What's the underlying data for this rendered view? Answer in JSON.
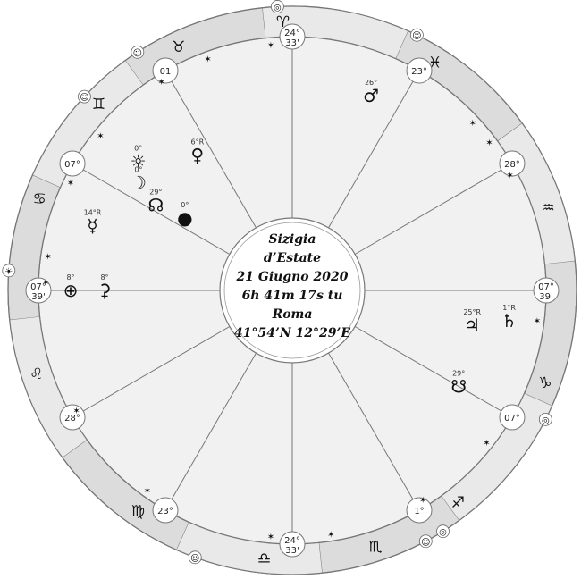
{
  "center": {
    "lines": [
      "Sizigia",
      "d’Estate",
      "21 Giugno 2020",
      "6h 41m 17s tu",
      "Roma",
      "41°54’N 12°29’E"
    ]
  },
  "houses": [
    {
      "ang": 180,
      "label": "07° 39'"
    },
    {
      "ang": 150,
      "label": "07°"
    },
    {
      "ang": 120,
      "label": "01"
    },
    {
      "ang": 90,
      "label": "24° 33'"
    },
    {
      "ang": 60,
      "label": "23°"
    },
    {
      "ang": 30,
      "label": "28°"
    },
    {
      "ang": 0,
      "label": "07° 39'"
    },
    {
      "ang": -30,
      "label": "07°"
    },
    {
      "ang": -60,
      "label": "1°"
    },
    {
      "ang": -90,
      "label": "24° 33'"
    },
    {
      "ang": -120,
      "label": "23°"
    },
    {
      "ang": -150,
      "label": "28°"
    }
  ],
  "signs": [
    {
      "glyph": "♈",
      "ang": 92
    },
    {
      "glyph": "♉",
      "ang": 115
    },
    {
      "glyph": "♊",
      "ang": 136
    },
    {
      "glyph": "♋",
      "ang": 160
    },
    {
      "glyph": "♌",
      "ang": 198
    },
    {
      "glyph": "♍",
      "ang": 235
    },
    {
      "glyph": "♎",
      "ang": 264
    },
    {
      "glyph": "♏",
      "ang": 288
    },
    {
      "glyph": "♐",
      "ang": 308
    },
    {
      "glyph": "♑",
      "ang": 340
    },
    {
      "glyph": "♒",
      "ang": 18
    },
    {
      "glyph": "♓",
      "ang": 58
    }
  ],
  "planets": [
    {
      "name": "venus",
      "glyph": "♀",
      "deg": "6°R",
      "ang": 125,
      "r": 185
    },
    {
      "name": "sun",
      "glyph": "☼",
      "deg": "0°",
      "ang": 140,
      "r": 225
    },
    {
      "name": "moon",
      "glyph": "☽",
      "deg": "0°",
      "ang": 145,
      "r": 210
    },
    {
      "name": "north-node",
      "glyph": "☊",
      "deg": "29°",
      "ang": 148,
      "r": 180
    },
    {
      "name": "black-moon",
      "glyph": "●",
      "deg": "0°",
      "ang": 146,
      "r": 145
    },
    {
      "name": "mercury",
      "glyph": "☿",
      "deg": "14°R",
      "ang": 162,
      "r": 235
    },
    {
      "name": "earth",
      "glyph": "⊕",
      "deg": "8°",
      "ang": 180,
      "r": 248
    },
    {
      "name": "ceres",
      "glyph": "⚳",
      "deg": "8°",
      "ang": 180,
      "r": 210
    },
    {
      "name": "mars",
      "glyph": "♂",
      "deg": "26°",
      "ang": 68,
      "r": 235
    },
    {
      "name": "saturn",
      "glyph": "♄",
      "deg": "1°R",
      "ang": 352,
      "r": 245
    },
    {
      "name": "jupiter",
      "glyph": "♃",
      "deg": "25°R",
      "ang": 349,
      "r": 205
    },
    {
      "name": "south-node",
      "glyph": "☋",
      "deg": "29°",
      "ang": 330,
      "r": 215
    }
  ],
  "stars": [
    95,
    110,
    122,
    141,
    154,
    172,
    178,
    209,
    234,
    265,
    279,
    302,
    322,
    353,
    37,
    43,
    28
  ],
  "outer_marks": [
    {
      "glyph": "◎",
      "ang": 93
    },
    {
      "glyph": "☺",
      "ang": 137
    },
    {
      "glyph": "☀",
      "ang": 176
    },
    {
      "glyph": "☺",
      "ang": 250
    },
    {
      "glyph": "☺",
      "ang": 298
    },
    {
      "glyph": "◎",
      "ang": 333
    },
    {
      "glyph": "☺",
      "ang": 64
    },
    {
      "glyph": "☺",
      "ang": 123
    },
    {
      "glyph": "◎",
      "ang": 302
    }
  ],
  "colors": {
    "ring": "#dcdcdc",
    "inner": "#f1f1f1",
    "stroke": "#777777",
    "cusp_bg": "#ffffff"
  }
}
